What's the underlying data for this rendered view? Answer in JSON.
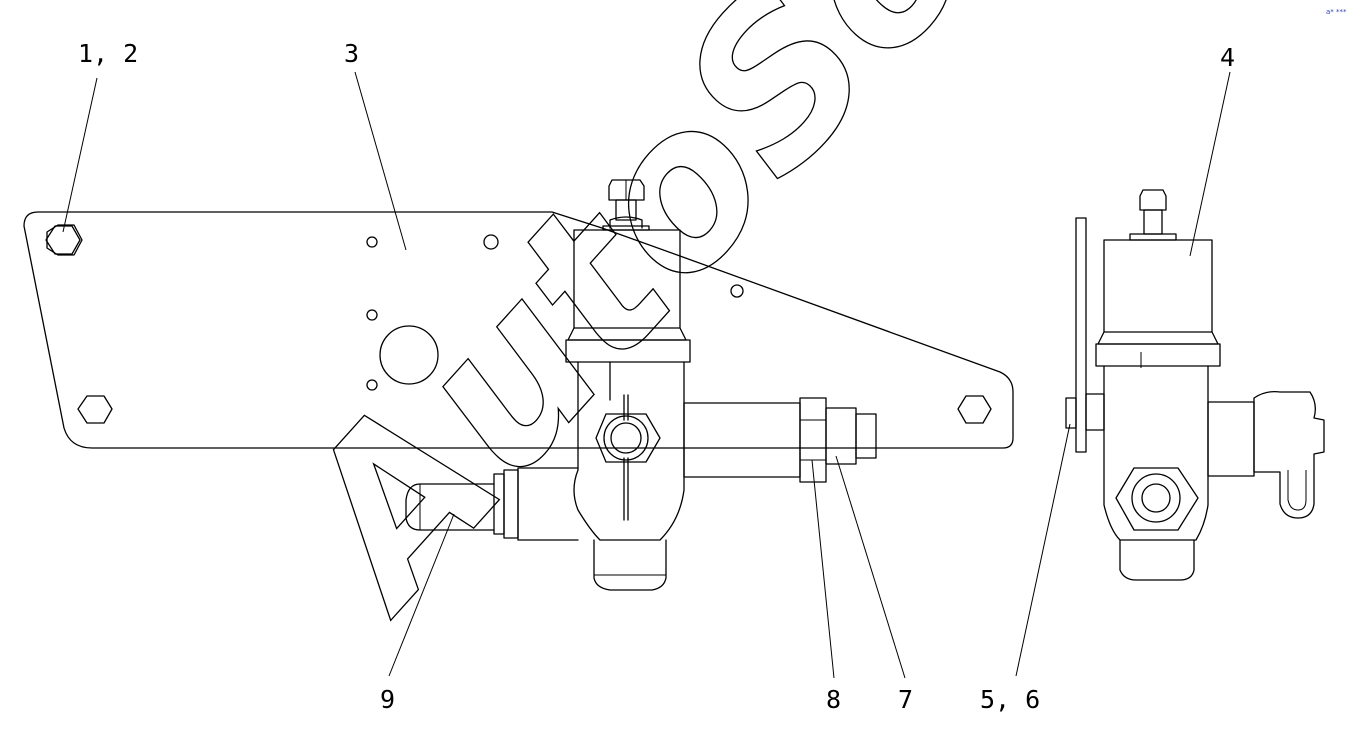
{
  "watermark": {
    "text": "AutoSoft",
    "corner_mark": "a* ***"
  },
  "callouts": [
    {
      "id": "1-2",
      "label": "1, 2"
    },
    {
      "id": "3",
      "label": "3"
    },
    {
      "id": "4",
      "label": "4"
    },
    {
      "id": "5-6",
      "label": "5, 6"
    },
    {
      "id": "7",
      "label": "7"
    },
    {
      "id": "8",
      "label": "8"
    },
    {
      "id": "9",
      "label": "9"
    }
  ]
}
